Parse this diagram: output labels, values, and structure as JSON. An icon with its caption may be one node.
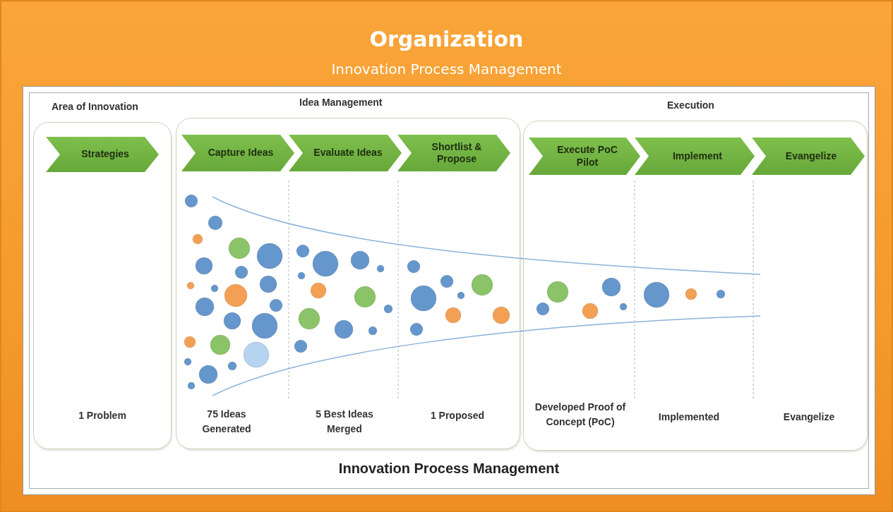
{
  "diagram": {
    "title": "Organization",
    "caption": "Innovation Process Management",
    "nodes": [
      {
        "text": [
          "Area of Innovation"
        ]
      },
      {
        "text": [
          "Strategies"
        ],
        "in": 0
      },
      {
        "text": [
          "Idea Management"
        ]
      },
      {
        "text": [
          "Capture Ideas"
        ],
        "in": 2
      },
      {
        "text": [
          "Evaluate Ideas"
        ],
        "in": 2
      },
      {
        "text": [
          "Shortlist & Propose"
        ],
        "in": 2
      },
      {
        "text": [
          "Execution"
        ]
      },
      {
        "text": [
          "Execute PoC Pilot"
        ],
        "in": 6
      },
      {
        "text": [
          "Implement"
        ],
        "in": 6
      },
      {
        "text": [
          "Evangelize"
        ],
        "in": 6
      }
    ],
    "edges": [],
    "labels": [
      "Innovation Process Management",
      "1 Problem",
      "75 Ideas Generated",
      "5 Best Ideas Merged",
      "1 Proposed",
      "Developed Proof of Concept (PoC)",
      "Implemented",
      "Evangelize"
    ]
  }
}
